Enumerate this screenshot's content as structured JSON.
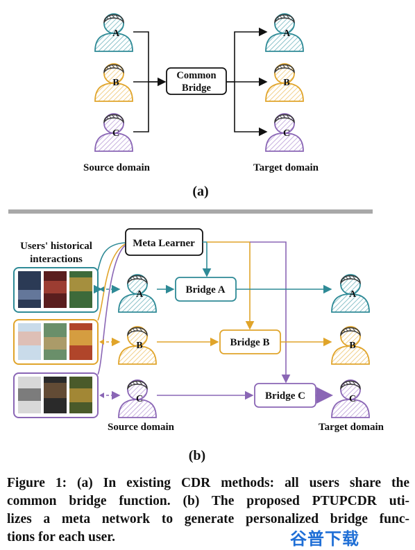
{
  "panel_a": {
    "common_bridge_line1": "Common",
    "common_bridge_line2": "Bridge",
    "source_label": "Source domain",
    "target_label": "Target domain",
    "sublabel": "(a)",
    "users": [
      "A",
      "B",
      "C"
    ]
  },
  "panel_b": {
    "history_label_line1": "Users' historical",
    "history_label_line2": "interactions",
    "meta_learner": "Meta Learner",
    "bridge_a": "Bridge A",
    "bridge_b": "Bridge B",
    "bridge_c": "Bridge C",
    "source_label": "Source domain",
    "target_label": "Target domain",
    "sublabel": "(b)",
    "users": [
      "A",
      "B",
      "C"
    ]
  },
  "colors": {
    "user_a": "#2e8a96",
    "user_b": "#e0a42a",
    "user_c": "#8a66b5",
    "hair": "#3c3c3c"
  },
  "caption": {
    "line1": "Figure 1: (a) In existing CDR methods: all users share the",
    "line2": "common bridge function. (b) The proposed PTUPCDR uti-",
    "line3": "lizes a meta network to generate personalized bridge func-",
    "line4": "tions for each user."
  },
  "watermark": "谷普下载"
}
